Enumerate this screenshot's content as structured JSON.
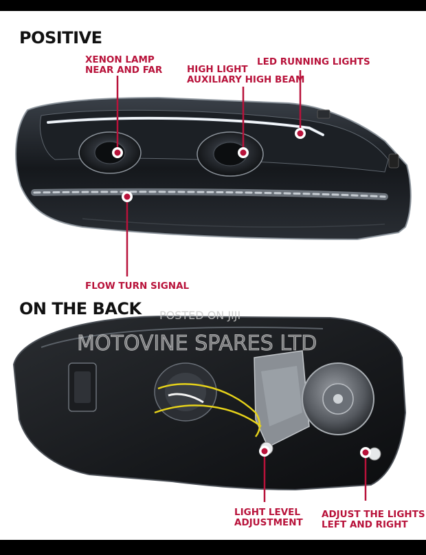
{
  "sections": {
    "front_title": "POSITIVE",
    "back_title": "ON THE BACK"
  },
  "labels": {
    "xenon": [
      "XENON LAMP",
      "NEAR AND FAR"
    ],
    "high_light": [
      "HIGH LIGHT",
      "AUXILIARY HIGH BEAM"
    ],
    "led": "LED RUNNING LIGHTS",
    "flow": "FLOW TURN SIGNAL",
    "level": [
      "LIGHT LEVEL",
      "ADJUSTMENT"
    ],
    "adjust": [
      "ADJUST THE LIGHTS",
      "LEFT AND RIGHT"
    ]
  },
  "watermark": {
    "posted": "POSTED ON JIJI",
    "company": "MOTOVINE SPARES LTD"
  },
  "colors": {
    "accent": "#b8123a",
    "wire": "#e6d21a"
  }
}
